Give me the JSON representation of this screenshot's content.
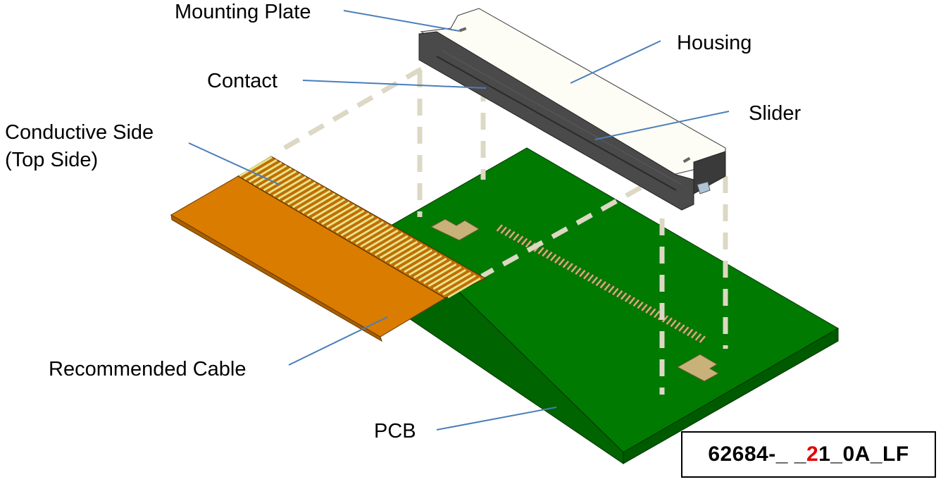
{
  "diagram": {
    "labels": {
      "mounting_plate": "Mounting Plate",
      "housing": "Housing",
      "contact": "Contact",
      "slider": "Slider",
      "conductive_side_line1": "Conductive Side",
      "conductive_side_line2": "(Top Side)",
      "recommended_cable": "Recommended Cable",
      "pcb": "PCB"
    },
    "part_number": {
      "prefix": "62684-_ _",
      "highlight": "2",
      "suffix": "1_0A_LF",
      "highlight_color": "#e00000"
    },
    "colors": {
      "pcb_green": "#007a00",
      "pcb_edge": "#005a00",
      "pad": "#c9b27a",
      "cable_orange": "#d97c00",
      "cable_conductor": "#e6e28a",
      "housing_white": "#fdfcf5",
      "housing_dark": "#4a4a4a",
      "leader_line": "#4a7ebb",
      "projection_line": "#ddd8c4"
    }
  }
}
